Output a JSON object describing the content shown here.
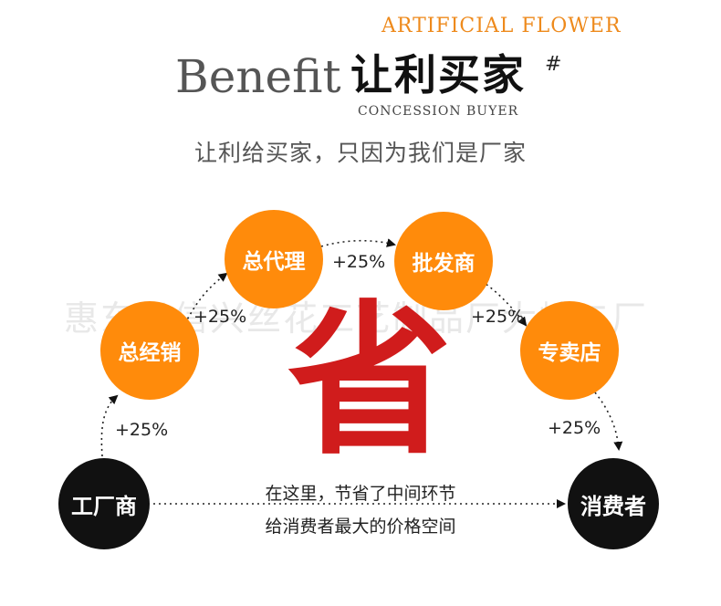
{
  "header": {
    "en_top": "ARTIFICIAL FLOWER",
    "benefit": "Benefit",
    "title_cn": "让利买家",
    "hash": "#",
    "en_sub": "CONCESSION BUYER",
    "slogan": "让利给买家，只因为我们是厂家"
  },
  "watermark": "惠东县信兴丝花工艺制品厂大岭二厂",
  "center_char": "省",
  "nodes": {
    "factory": "工厂商",
    "distributor": "总经销",
    "agent": "总代理",
    "wholesaler": "批发商",
    "store": "专卖店",
    "consumer": "消费者"
  },
  "markups": {
    "factory_to_distributor": "+25%",
    "distributor_to_agent": "+25%",
    "agent_to_wholesaler": "+25%",
    "wholesaler_to_store": "+25%",
    "store_to_consumer": "+25%"
  },
  "note": {
    "line1": "在这里，节省了中间环节",
    "line2": "给消费者最大的价格空间"
  },
  "colors": {
    "orange": "#ff8b0b",
    "black": "#111111",
    "accent_red": "#d01c1c",
    "header_orange": "#ee8a1c"
  }
}
